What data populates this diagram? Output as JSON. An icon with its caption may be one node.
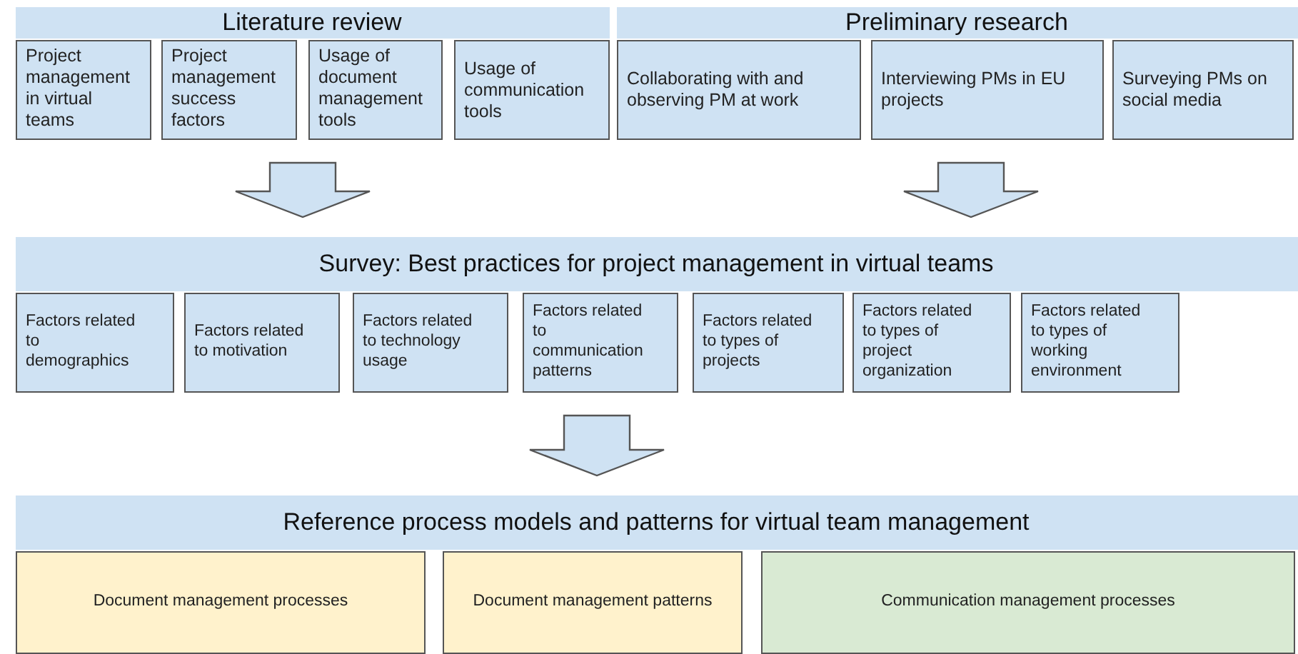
{
  "diagram": {
    "nodes": [
      {
        "text": [
          "Literature review"
        ]
      },
      {
        "text": [
          "Project management in virtual teams"
        ],
        "in": 0
      },
      {
        "text": [
          "Project management success factors"
        ],
        "in": 0
      },
      {
        "text": [
          "Usage of document management tools"
        ],
        "in": 0
      },
      {
        "text": [
          "Usage of communication tools"
        ],
        "in": 0
      },
      {
        "text": [
          "Preliminary research"
        ]
      },
      {
        "text": [
          "Collaborating with and observing PM at work"
        ],
        "in": 5
      },
      {
        "text": [
          "Interviewing PMs in EU projects"
        ],
        "in": 5
      },
      {
        "text": [
          "Surveying PMs on social media"
        ],
        "in": 5
      },
      {
        "text": [
          "Survey: Best practices for project management in virtual teams"
        ]
      },
      {
        "text": [
          "Factors related to demographics"
        ],
        "in": 9
      },
      {
        "text": [
          "Factors related to motivation"
        ],
        "in": 9
      },
      {
        "text": [
          "Factors related to technology usage"
        ],
        "in": 9
      },
      {
        "text": [
          "Factors related to communication patterns"
        ],
        "in": 9
      },
      {
        "text": [
          "Factors related to types of projects"
        ],
        "in": 9
      },
      {
        "text": [
          "Factors related to types of project organization"
        ],
        "in": 9
      },
      {
        "text": [
          "Factors related to types of working environment"
        ],
        "in": 9
      },
      {
        "text": [
          "Reference process models and patterns for virtual team management"
        ]
      },
      {
        "text": [
          "Document management processes"
        ],
        "in": 17
      },
      {
        "text": [
          "Document management patterns"
        ],
        "in": 17
      },
      {
        "text": [
          "Communication management processes"
        ],
        "in": 17
      }
    ],
    "edges": [
      {
        "from": 0,
        "to": 9,
        "arrow": "to"
      },
      {
        "from": 5,
        "to": 9,
        "arrow": "to"
      },
      {
        "from": 9,
        "to": 17,
        "arrow": "to"
      }
    ]
  }
}
